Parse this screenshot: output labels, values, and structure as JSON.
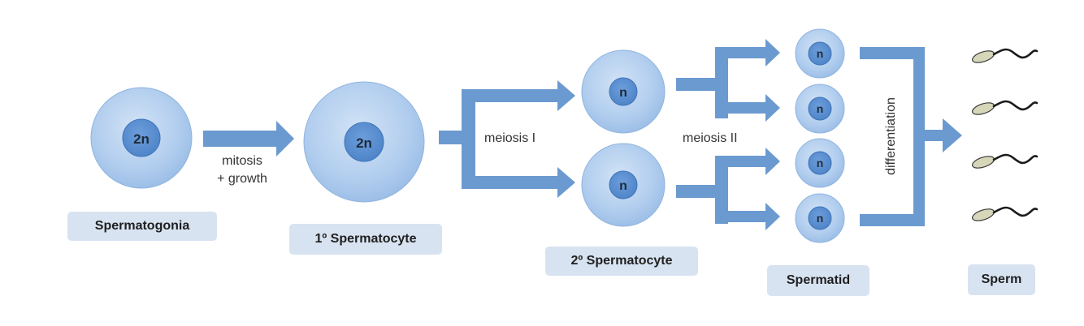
{
  "stages": {
    "spermatogonia": "Spermatogonia",
    "primary_spermatocyte": "1º Spermatocyte",
    "secondary_spermatocyte": "2º Spermatocyte",
    "spermatid": "Spermatid",
    "sperm": "Sperm"
  },
  "processes": {
    "mitosis_line1": "mitosis",
    "mitosis_line2": "+ growth",
    "meiosis_1": "meiosis I",
    "meiosis_2": "meiosis II",
    "differentiation": "differentiation"
  },
  "nuclei": {
    "diploid": "2n",
    "haploid": "n"
  },
  "colors": {
    "arrow": "#6b9ad0",
    "cell_fill": "#a9c9ec",
    "cell_edge": "#8fb4df",
    "nucleus_fill": "#5a8fd0",
    "label_bg": "#d8e3f1"
  }
}
